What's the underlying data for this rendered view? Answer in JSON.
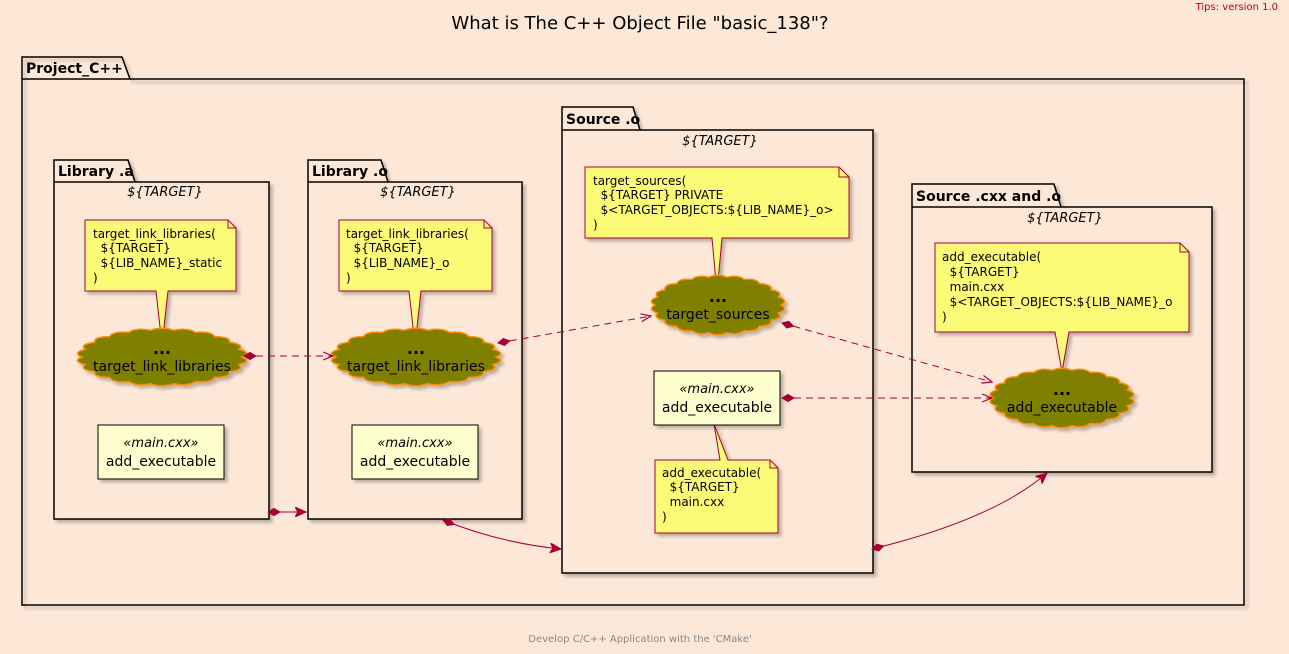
{
  "title": "What is The C++ Object File \"basic_138\"?",
  "tips": "Tips: version 1.0",
  "footer": "Develop C/C++ Application with the 'CMake'",
  "project": {
    "name": "Project_C++"
  },
  "packages": {
    "library_a": {
      "name": "Library .a",
      "target": "${TARGET}",
      "cloud": {
        "dots": "...",
        "label": "target_link_libraries"
      },
      "note": [
        "target_link_libraries(",
        "  ${TARGET}",
        "  ${LIB_NAME}_static",
        ")"
      ],
      "component": {
        "stereotype": "«main.cxx»",
        "label": "add_executable"
      }
    },
    "library_o": {
      "name": "Library .o",
      "target": "${TARGET}",
      "cloud": {
        "dots": "...",
        "label": "target_link_libraries"
      },
      "note": [
        "target_link_libraries(",
        "  ${TARGET}",
        "  ${LIB_NAME}_o",
        ")"
      ],
      "component": {
        "stereotype": "«main.cxx»",
        "label": "add_executable"
      }
    },
    "source_o": {
      "name": "Source .o",
      "target": "${TARGET}",
      "cloud": {
        "dots": "...",
        "label": "target_sources"
      },
      "note": [
        "target_sources(",
        "  ${TARGET} PRIVATE",
        "  $<TARGET_OBJECTS:${LIB_NAME}_o>",
        ")"
      ],
      "component": {
        "stereotype": "«main.cxx»",
        "label": "add_executable"
      },
      "component_note": [
        "add_executable(",
        "  ${TARGET}",
        "  main.cxx",
        ")"
      ]
    },
    "source_cxx_o": {
      "name": "Source .cxx and .o",
      "target": "${TARGET}",
      "cloud": {
        "dots": "...",
        "label": "add_executable"
      },
      "note": [
        "add_executable(",
        "  ${TARGET}",
        "  main.cxx",
        "  $<TARGET_OBJECTS:${LIB_NAME}_o",
        ")"
      ]
    }
  },
  "colors": {
    "background": "#fde8d8",
    "arrow": "#a80036",
    "note_fill": "#fbfb77",
    "note_border": "#a80036",
    "cloud_fill": "#808000",
    "cloud_border": "#ff8c00",
    "component_fill": "#fefece"
  }
}
